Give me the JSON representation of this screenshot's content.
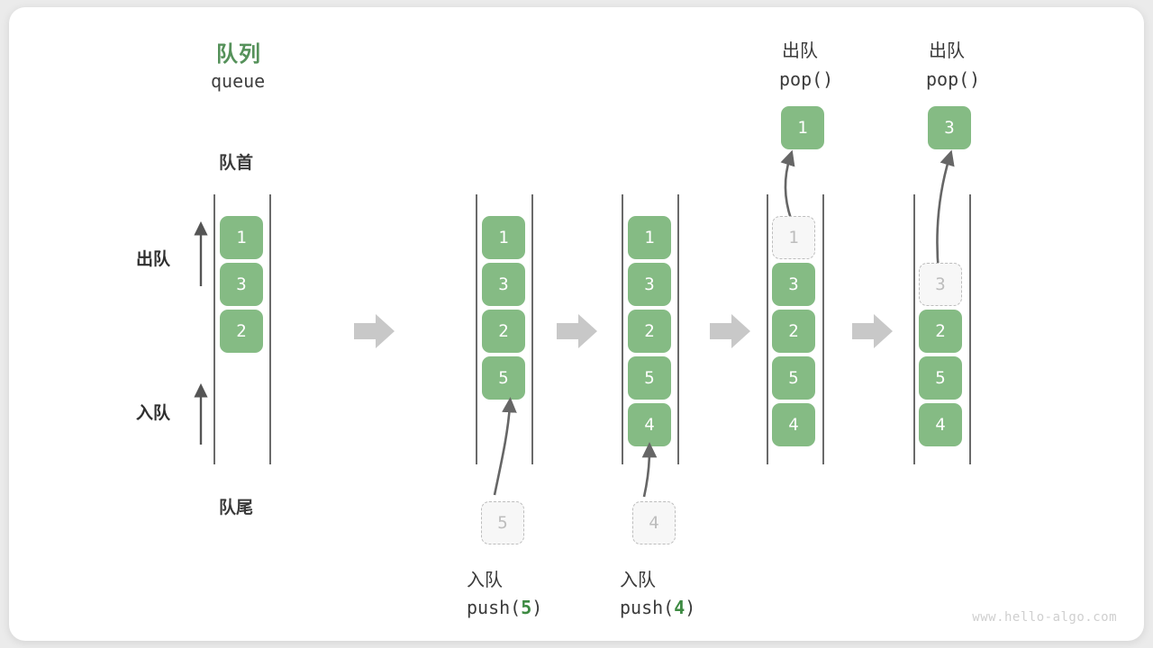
{
  "diagram": {
    "title_cn": "队列",
    "title_en": "queue",
    "head_label": "队首",
    "tail_label": "队尾",
    "dequeue_label": "出队",
    "enqueue_label": "入队",
    "watermark": "www.hello-algo.com",
    "accent_green": "#85bb84",
    "title_green": "#55915a",
    "code_green": "#3d8a42",
    "rail_gray": "#6a6a6a",
    "ghost_gray": "#bdbdbd",
    "sep_arrow_gray": "#c8c8c8"
  },
  "steps": [
    {
      "id": "initial",
      "caption_cn": "",
      "caption_code": "",
      "items": [
        "1",
        "3",
        "2"
      ],
      "ghost_index": -1,
      "incoming": null,
      "popped": null
    },
    {
      "id": "push-5",
      "caption_cn": "入队",
      "caption_code_prefix": "push(",
      "caption_code_num": "5",
      "caption_code_suffix": ")",
      "items": [
        "1",
        "3",
        "2",
        "5"
      ],
      "ghost_index": -1,
      "incoming": "5",
      "popped": null
    },
    {
      "id": "push-4",
      "caption_cn": "入队",
      "caption_code_prefix": "push(",
      "caption_code_num": "4",
      "caption_code_suffix": ")",
      "items": [
        "1",
        "3",
        "2",
        "5",
        "4"
      ],
      "ghost_index": -1,
      "incoming": "4",
      "popped": null
    },
    {
      "id": "pop-1",
      "caption_cn": "出队",
      "caption_code_prefix": "pop(",
      "caption_code_num": "",
      "caption_code_suffix": ")",
      "items": [
        "1",
        "3",
        "2",
        "5",
        "4"
      ],
      "ghost_index": 0,
      "incoming": null,
      "popped": "1"
    },
    {
      "id": "pop-3",
      "caption_cn": "出队",
      "caption_code_prefix": "pop(",
      "caption_code_num": "",
      "caption_code_suffix": ")",
      "items": [
        "3",
        "2",
        "5",
        "4"
      ],
      "ghost_index": 0,
      "incoming": null,
      "popped": "3"
    }
  ],
  "separators": [
    "arrow-right",
    "arrow-right",
    "arrow-right",
    "arrow-right"
  ]
}
